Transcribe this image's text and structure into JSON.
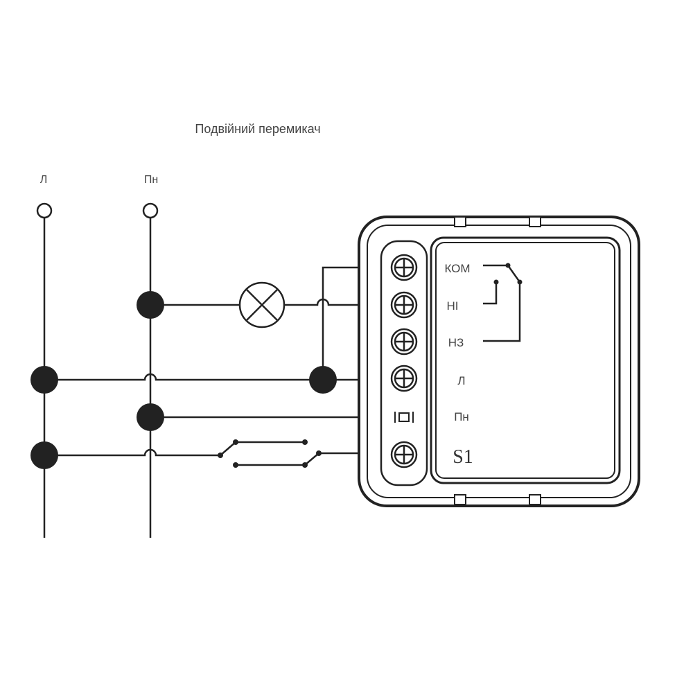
{
  "title": "Подвійний перемикач",
  "supply": {
    "line_label": "Л",
    "neutral_label": "Пн"
  },
  "device": {
    "terminals": [
      "КОМ",
      "НІ",
      "НЗ",
      "Л",
      "Пн",
      "S1"
    ]
  },
  "colors": {
    "wire": "#222222",
    "text": "#444444"
  }
}
